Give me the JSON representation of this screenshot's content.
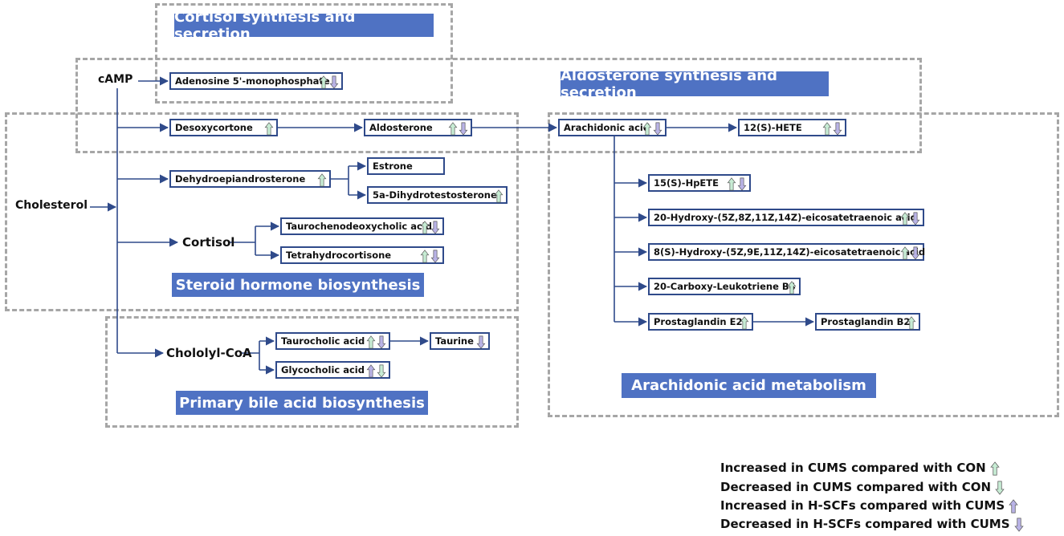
{
  "colors": {
    "line": "#2f4a8a",
    "banner": "#4f72c3",
    "up_con": "#c7ecd4",
    "down_cums": "#b9b3e6",
    "arrow_stroke": "#555555"
  },
  "regions": {
    "cortisol": "Cortisol synthesis and secretion",
    "aldosterone": "Aldosterone synthesis and secretion",
    "steroid": "Steroid hormone biosynthesis",
    "bile": "Primary bile acid biosynthesis",
    "arachidonic": "Arachidonic acid metabolism"
  },
  "plain_nodes": {
    "camp": "cAMP",
    "cholesterol": "Cholesterol",
    "cortisol": "Cortisol",
    "chololyl": "Chololyl-CoA"
  },
  "metabolites": [
    {
      "id": "amp",
      "label": "Adenosine 5'-monophosphate",
      "arrows": [
        "up-green",
        "down-purple"
      ]
    },
    {
      "id": "desoxy",
      "label": "Desoxycortone",
      "arrows": [
        "up-green"
      ]
    },
    {
      "id": "aldo",
      "label": "Aldosterone",
      "arrows": [
        "up-green",
        "down-purple"
      ]
    },
    {
      "id": "dhea",
      "label": "Dehydroepiandrosterone",
      "arrows": [
        "up-green"
      ]
    },
    {
      "id": "estrone",
      "label": "Estrone",
      "arrows": []
    },
    {
      "id": "dht",
      "label": "5a-Dihydrotestosterone",
      "arrows": [
        "up-green"
      ]
    },
    {
      "id": "tcdca",
      "label": "Taurochenodeoxycholic acid",
      "arrows": [
        "up-green",
        "down-purple"
      ]
    },
    {
      "id": "thc",
      "label": "Tetrahydrocortisone",
      "arrows": [
        "up-green",
        "down-purple"
      ]
    },
    {
      "id": "tca",
      "label": "Taurocholic acid",
      "arrows": [
        "up-green",
        "down-purple"
      ]
    },
    {
      "id": "taurine",
      "label": "Taurine",
      "arrows": [
        "down-purple"
      ]
    },
    {
      "id": "gca",
      "label": "Glycocholic acid",
      "arrows": [
        "up-purple",
        "down-green"
      ]
    },
    {
      "id": "aa",
      "label": "Arachidonic acid",
      "arrows": [
        "up-green",
        "down-purple"
      ]
    },
    {
      "id": "hete12",
      "label": "12(S)-HETE",
      "arrows": [
        "up-green",
        "down-purple"
      ]
    },
    {
      "id": "hpete15",
      "label": "15(S)-HpETE",
      "arrows": [
        "up-green",
        "down-purple"
      ]
    },
    {
      "id": "hydroxy20",
      "label": "20-Hydroxy-(5Z,8Z,11Z,14Z)-eicosatetraenoic acid",
      "arrows": [
        "up-green",
        "down-purple"
      ]
    },
    {
      "id": "hydroxy8",
      "label": "8(S)-Hydroxy-(5Z,9E,11Z,14Z)-eicosatetraenoic acid",
      "arrows": [
        "up-green",
        "down-purple"
      ]
    },
    {
      "id": "ltb4",
      "label": "20-Carboxy-Leukotriene B4",
      "arrows": [
        "up-green"
      ]
    },
    {
      "id": "pge2",
      "label": "Prostaglandin E2",
      "arrows": [
        "up-green"
      ]
    },
    {
      "id": "pgb2",
      "label": "Prostaglandin B2",
      "arrows": [
        "up-green"
      ]
    }
  ],
  "legend": [
    {
      "text": "Increased in CUMS compared with CON",
      "arrow": "up-green"
    },
    {
      "text": "Decreased in CUMS compared with CON",
      "arrow": "down-green"
    },
    {
      "text": "Increased in H-SCFs compared with CUMS",
      "arrow": "up-purple"
    },
    {
      "text": "Decreased in H-SCFs compared with CUMS",
      "arrow": "down-purple"
    }
  ]
}
